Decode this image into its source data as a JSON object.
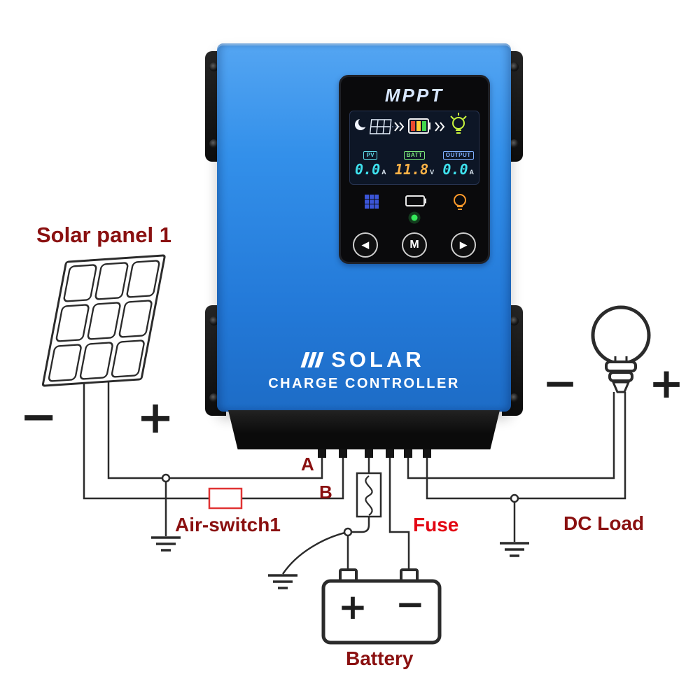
{
  "device": {
    "mode_label": "MPPT",
    "brand_line1": "SOLAR",
    "brand_line2": "CHARGE CONTROLLER",
    "lcd": {
      "pv": {
        "label": "PV",
        "value": "0.0",
        "unit": "A"
      },
      "batt": {
        "label": "BATT",
        "value": "11.8",
        "unit": "V"
      },
      "output": {
        "label": "OUTPUT",
        "value": "0.0",
        "unit": "A"
      }
    },
    "buttons": {
      "prev": "◀",
      "menu": "M",
      "next": "▶"
    }
  },
  "labels": {
    "solar_panel": "Solar panel 1",
    "terminal_a": "A",
    "terminal_b": "B",
    "air_switch": "Air-switch1",
    "fuse": "Fuse",
    "dc_load": "DC Load",
    "battery": "Battery"
  },
  "symbols": {
    "panel_minus": "−",
    "panel_plus": "+",
    "load_minus": "−",
    "load_plus": "+",
    "battery_plus": "+",
    "battery_minus": "−"
  },
  "colors": {
    "device_blue": "#2e86e4",
    "label_dark_red": "#8a1010",
    "fuse_red": "#e30613",
    "wire_black": "#2b2b2b",
    "air_switch_red": "#e03333",
    "lcd_cyan": "#3fe3ef",
    "lcd_amber": "#ffb347",
    "led_green": "#35e85a"
  }
}
